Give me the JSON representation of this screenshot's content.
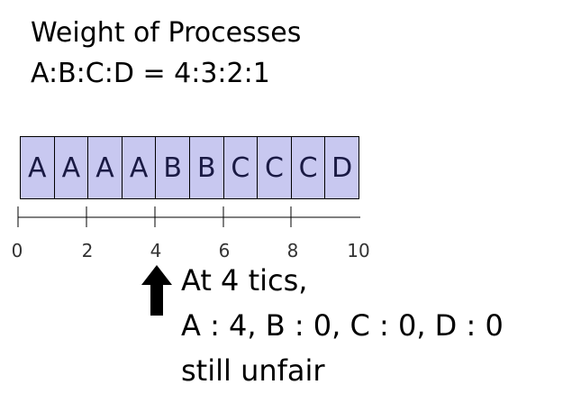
{
  "title": "Weight of Processes",
  "ratio": "A:B:C:D = 4:3:2:1",
  "slots": [
    "A",
    "A",
    "A",
    "A",
    "B",
    "B",
    "C",
    "C",
    "C",
    "D"
  ],
  "axis": {
    "ticks": [
      "0",
      "2",
      "4",
      "6",
      "8",
      "10"
    ]
  },
  "note": {
    "line1": "At 4 tics,",
    "line2": "A : 4, B : 0, C : 0, D : 0",
    "line3": "still unfair"
  },
  "colors": {
    "slot_fill": "#c8c8f0",
    "slot_text": "#1a1a44"
  }
}
